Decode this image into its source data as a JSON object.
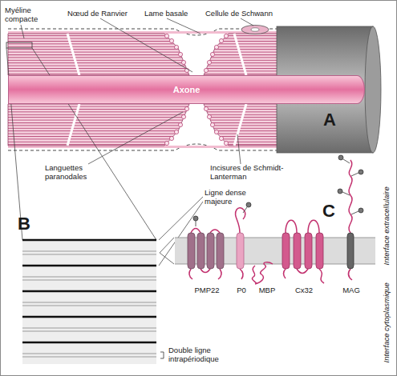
{
  "diagram": {
    "nodes": [
      {
        "text": [
          "Axone"
        ]
      }
    ],
    "labels": [
      "Myéline compacte",
      "Nœud de Ranvier",
      "Lame basale",
      "Cellule de Schwann",
      "A",
      "Languettes paranodales",
      "Incisures de Schmidt-Lanterman",
      "B",
      "Ligne dense majeure",
      "Double ligne intrapériodique",
      "C",
      "PMP22",
      "P0",
      "MBP",
      "Cx32",
      "MAG",
      "Interface extracellulaire",
      "Interface cytoplasmique"
    ]
  }
}
